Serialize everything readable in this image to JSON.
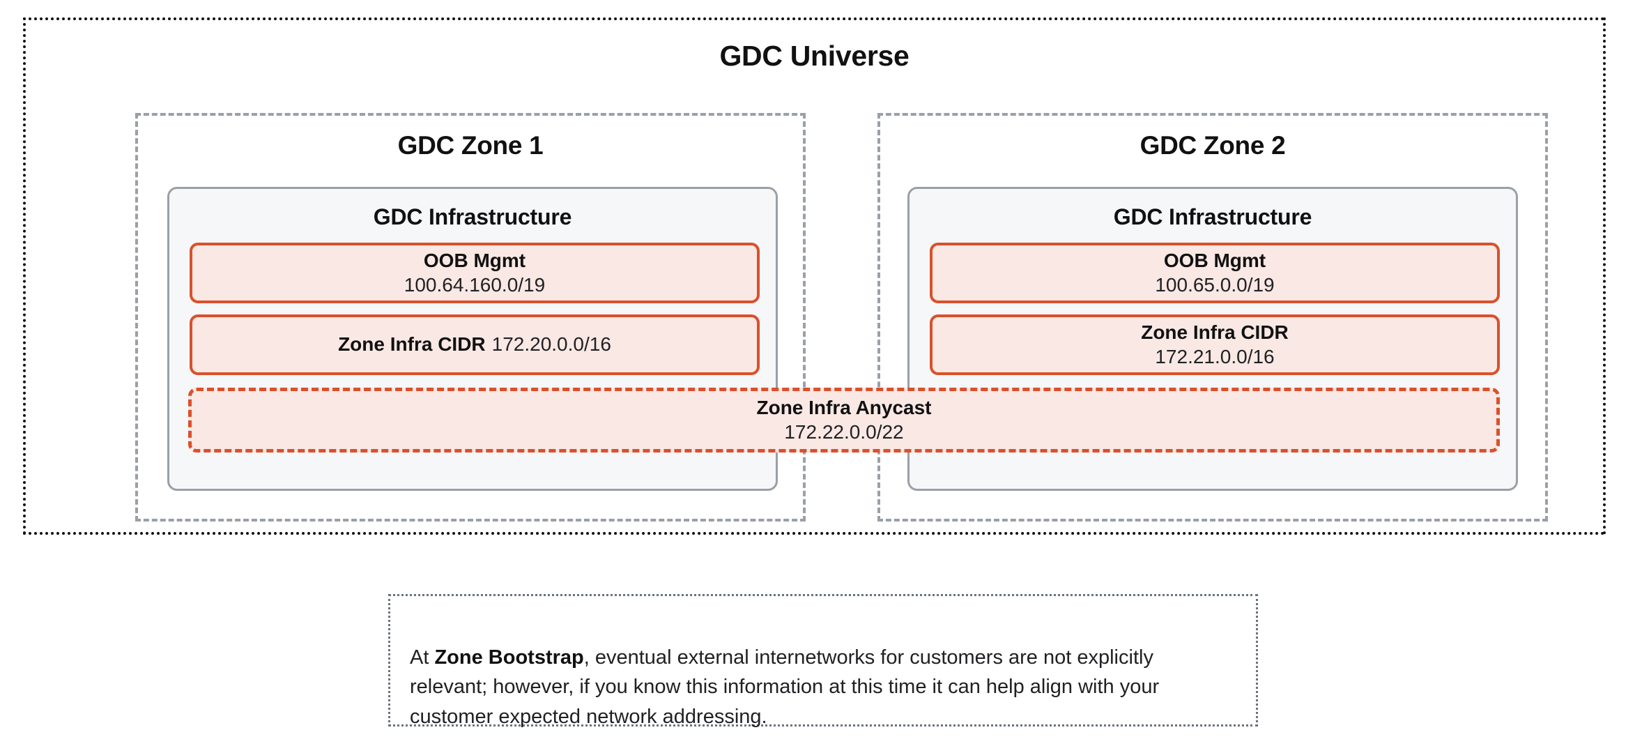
{
  "universe": {
    "title": "GDC Universe",
    "zones": [
      {
        "title": "GDC Zone 1",
        "infrastructure": {
          "title": "GDC Infrastructure",
          "blocks": [
            {
              "label": "OOB Mgmt",
              "value": "100.64.160.0/19",
              "layout": "stacked"
            },
            {
              "label": "Zone Infra CIDR",
              "value": "172.20.0.0/16",
              "layout": "inline"
            }
          ]
        }
      },
      {
        "title": "GDC Zone 2",
        "infrastructure": {
          "title": "GDC Infrastructure",
          "blocks": [
            {
              "label": "OOB Mgmt",
              "value": "100.65.0.0/19",
              "layout": "stacked"
            },
            {
              "label": "Zone Infra CIDR",
              "value": "172.21.0.0/16",
              "layout": "stacked"
            }
          ]
        }
      }
    ],
    "anycast": {
      "label": "Zone Infra Anycast",
      "value": "172.22.0.0/22"
    }
  },
  "note": {
    "lead": "At ",
    "emphasis": "Zone Bootstrap",
    "body": ", eventual external internetworks for customers are not explicitly relevant; however, if you know this information at this time it can help align with your customer expected network addressing."
  },
  "colors": {
    "universe_border": "#111111",
    "zone_border": "#9aa0a6",
    "infra_fill": "#f6f7f9",
    "infra_border": "#9aa0a6",
    "cidr_fill": "#f9e8e4",
    "cidr_border": "#d9512c",
    "note_border": "#6b7280",
    "text": "#111111"
  }
}
